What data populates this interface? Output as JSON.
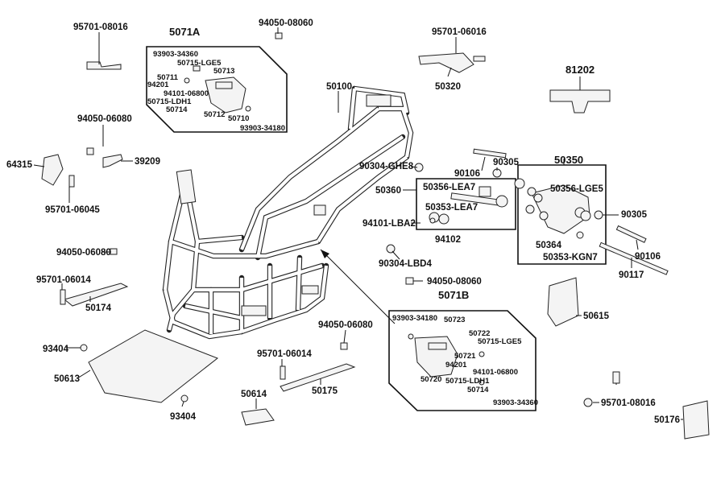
{
  "diagram": {
    "labels": {
      "p95701_08016_a": "95701-08016",
      "p5071A": "5071A",
      "p94050_08060_a": "94050-08060",
      "p95701_06016": "95701-06016",
      "p81202": "81202",
      "p93903_34360_a": "93903-34360",
      "p50715_LGE5_a": "50715-LGE5",
      "p50711_a": "50711",
      "p50713": "50713",
      "p94201_a": "94201",
      "p94101_06800_a": "94101-06800",
      "p50715_LDH1_a": "50715-LDH1",
      "p50714_a": "50714",
      "p50712": "50712",
      "p50710": "50710",
      "p93903_34180_a": "93903-34180",
      "p50100": "50100",
      "p50320": "50320",
      "p94050_06080_a": "94050-06080",
      "p64315": "64315",
      "p39209": "39209",
      "p95701_06045": "95701-06045",
      "p90304_GHE8": "90304-GHE8",
      "p90106_a": "90106",
      "p90305_a": "90305",
      "p50350": "50350",
      "p50360": "50360",
      "p50356_LEA7_a": "50356-LEA7",
      "p50356_LGE5": "50356-LGE5",
      "p50353_LEA7": "50353-LEA7",
      "p94101_LBA2": "94101-LBA2",
      "p94102": "94102",
      "p90305_b": "90305",
      "p50364": "50364",
      "p50353_KGN7": "50353-KGN7",
      "p90106_b": "90106",
      "p90304_LBD4": "90304-LBD4",
      "p94050_06080_b": "94050-06080",
      "p95701_06014_a": "95701-06014",
      "p50174": "50174",
      "p90117": "90117",
      "p94050_08060_b": "94050-08060",
      "p5071B": "5071B",
      "p50615": "50615",
      "p93903_34180_b": "93903-34180",
      "p50723": "50723",
      "p50722": "50722",
      "p50715_LGE5_b": "50715-LGE5",
      "p50721": "50721",
      "p94201_b": "94201",
      "p94101_06800_b": "94101-06800",
      "p50720": "50720",
      "p50715_LDH1_b": "50715-LDH1",
      "p50714_b": "50714",
      "p93903_34360_b": "93903-34360",
      "p93404_a": "93404",
      "p94050_06080_c": "94050-06080",
      "p95701_06014_b": "95701-06014",
      "p50613": "50613",
      "p50175": "50175",
      "p93404_b": "93404",
      "p50614": "50614",
      "p95701_08016_b": "95701-08016",
      "p50176": "50176"
    }
  }
}
